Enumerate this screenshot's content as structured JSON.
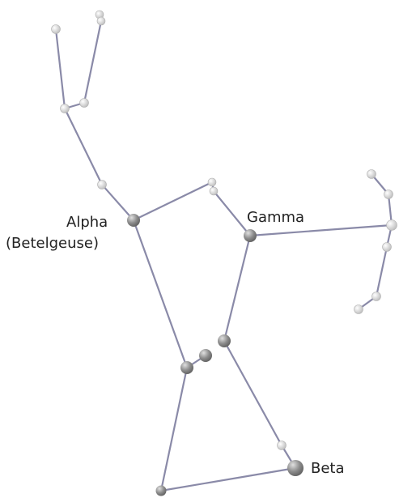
{
  "labels": {
    "alpha_line1": "Alpha",
    "alpha_line2": "(Betelgeuse)",
    "gamma": "Gamma",
    "beta": "Beta"
  },
  "colors": {
    "line": "#8a8aa8",
    "star_small": "#dcdcdc",
    "star_large": "#8c8c8c",
    "text": "#222222"
  }
}
